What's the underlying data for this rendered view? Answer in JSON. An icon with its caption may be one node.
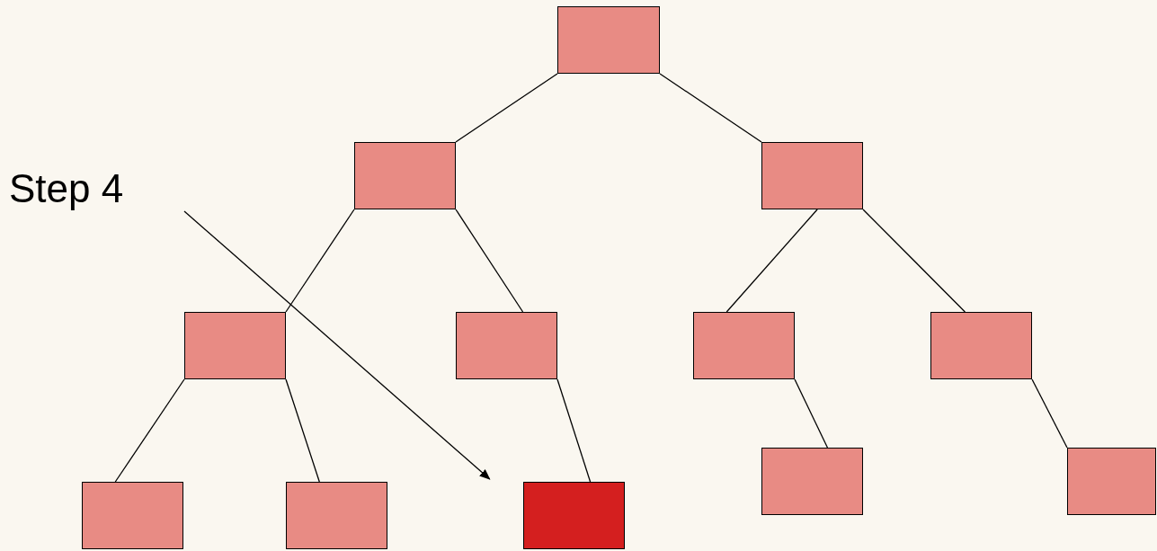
{
  "diagram": {
    "nodes": [
      {
        "text": [],
        "shape": "box"
      },
      {
        "text": [],
        "shape": "box"
      },
      {
        "text": [],
        "shape": "box"
      },
      {
        "text": [],
        "shape": "box"
      },
      {
        "text": [],
        "shape": "box"
      },
      {
        "text": [],
        "shape": "box"
      },
      {
        "text": [],
        "shape": "box"
      },
      {
        "text": [],
        "shape": "box"
      },
      {
        "text": [],
        "shape": "box"
      },
      {
        "text": [],
        "shape": "box"
      },
      {
        "text": [],
        "shape": "box"
      },
      {
        "text": [],
        "shape": "box"
      },
      {
        "text": [
          "Step 4"
        ]
      }
    ],
    "edges": [
      {
        "from": 0,
        "to": 1,
        "arrow": "none"
      },
      {
        "from": 0,
        "to": 2,
        "arrow": "none"
      },
      {
        "from": 1,
        "to": 3,
        "arrow": "none"
      },
      {
        "from": 1,
        "to": 4,
        "arrow": "none"
      },
      {
        "from": 2,
        "to": 5,
        "arrow": "none"
      },
      {
        "from": 2,
        "to": 6,
        "arrow": "none"
      },
      {
        "from": 3,
        "to": 7,
        "arrow": "none"
      },
      {
        "from": 3,
        "to": 8,
        "arrow": "none"
      },
      {
        "from": 4,
        "to": 9,
        "arrow": "none"
      },
      {
        "from": 5,
        "to": 10,
        "arrow": "none"
      },
      {
        "from": 6,
        "to": 11,
        "arrow": "none"
      },
      {
        "from": 12,
        "to": 9,
        "arrow": "to"
      }
    ]
  }
}
